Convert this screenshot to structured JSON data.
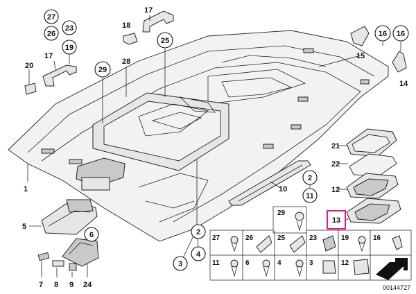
{
  "diagram": {
    "reference": "00144727",
    "selected_callout": "13",
    "highlight_color": "#e8178a",
    "labels": {
      "c1": "1",
      "c2": "2",
      "c3": "3",
      "c4": "4",
      "c5": "5",
      "c6": "6",
      "c7": "7",
      "c8": "8",
      "c9": "9",
      "c10": "10",
      "c11": "11",
      "c12": "12",
      "c13": "13",
      "c14": "14",
      "c15": "15",
      "c16": "16",
      "c17": "17",
      "c18": "18",
      "c19": "19",
      "c20": "20",
      "c21": "21",
      "c22": "22",
      "c23": "23",
      "c24": "24",
      "c25": "25",
      "c26": "26",
      "c27": "27",
      "c28": "28",
      "c29": "29"
    },
    "fastener_grid": {
      "row1": [
        "27",
        "26",
        "25",
        "23",
        "19",
        "16"
      ],
      "row2": [
        "11",
        "6",
        "4",
        "3",
        "12"
      ]
    }
  }
}
